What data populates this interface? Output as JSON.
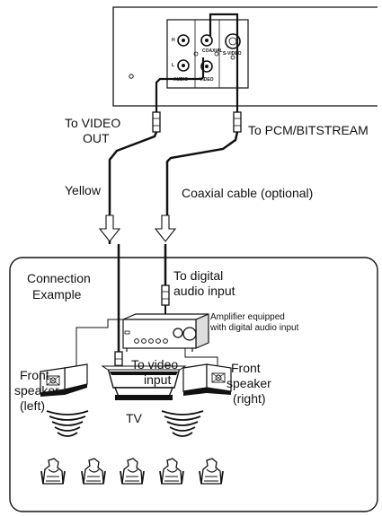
{
  "panel": {
    "jack_h": "H",
    "jack_l": "L",
    "jack_audio": "AUDIO",
    "jack_coaxial": "COAXIAL",
    "jack_video": "VIDEO",
    "jack_svideo": "S-VIDEO"
  },
  "cables": {
    "to_video_out_line1": "To VIDEO",
    "to_video_out_line2": "OUT",
    "to_pcm_bitstream": "To PCM/BITSTREAM",
    "yellow": "Yellow",
    "coaxial_cable": "Coaxial cable (optional)"
  },
  "example": {
    "title_line1": "Connection",
    "title_line2": "Example",
    "to_digital_line1": "To  digital",
    "to_digital_line2": "audio input",
    "amp_line1": "Amplifier equipped",
    "amp_line2": "with digital audio input",
    "to_video_input_line1": "To video",
    "to_video_input_line2": "input",
    "front_left_line1": "Front",
    "front_left_line2": "speaker",
    "front_left_line3": "(left)",
    "front_right_line1": "Front",
    "front_right_line2": "speaker",
    "front_right_line3": "(right)",
    "tv": "TV"
  }
}
